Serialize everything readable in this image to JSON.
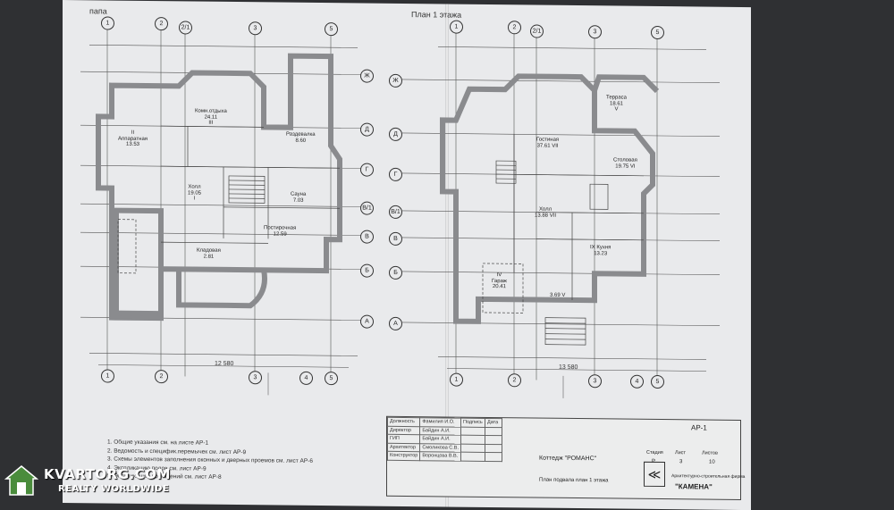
{
  "sheet": {
    "left_header": "папа",
    "right_header": "План 1 этажа"
  },
  "left_plan": {
    "top_axes": [
      "1",
      "2",
      "2/1",
      "3",
      "5"
    ],
    "side_axes": [
      "Ж",
      "Д",
      "Г",
      "В/1",
      "В",
      "Б",
      "А"
    ],
    "bottom_axes": [
      "1",
      "2",
      "3",
      "4",
      "5"
    ],
    "rooms": [
      {
        "name": "Аппаратная",
        "num": "II",
        "area": "13.53"
      },
      {
        "name": "Комн.отдыха",
        "num": "III",
        "area": "24.11"
      },
      {
        "name": "Раздевалка",
        "num": "",
        "area": "8.60"
      },
      {
        "name": "Холл",
        "num": "I",
        "area": "19.05"
      },
      {
        "name": "Сауна",
        "num": "",
        "area": "7.03"
      },
      {
        "name": "Постирочная",
        "num": "",
        "area": "12.59"
      },
      {
        "name": "Кладовая",
        "num": "",
        "area": "2.81"
      }
    ],
    "dimension_total": "12 580"
  },
  "right_plan": {
    "top_axes": [
      "1",
      "2",
      "2/1",
      "3",
      "5"
    ],
    "side_axes": [
      "Ж",
      "Д",
      "Г",
      "В/1",
      "В",
      "Б",
      "А"
    ],
    "bottom_axes": [
      "1",
      "2",
      "3",
      "4",
      "5"
    ],
    "rooms": [
      {
        "name": "Гостиная",
        "num": "VII",
        "area": "37.61"
      },
      {
        "name": "Терраса",
        "num": "V",
        "area": "18.61"
      },
      {
        "name": "Столовая",
        "num": "VI",
        "area": "19.75"
      },
      {
        "name": "Холл",
        "num": "VII",
        "area": "13.88"
      },
      {
        "name": "Кухня",
        "num": "IX",
        "area": "13.23"
      },
      {
        "name": "Гараж",
        "num": "IV",
        "area": "20.41"
      },
      {
        "name": "",
        "num": "V",
        "area": "3.69"
      }
    ],
    "dimension_total": "13 580"
  },
  "notes": [
    "1.  Общие указания см. на листе АР-1",
    "2.  Ведомость и специфик.перемычек см. лист АР-9",
    "3.  Схемы элементов заполнения оконных и дверных проемов см. лист АР-6",
    "4.  Экспликацию полов см. лист АР-9",
    "5.  Экспликацию помещений см. лист АР-8"
  ],
  "stamp": {
    "headers": [
      "Должность",
      "Фамилия И.О.",
      "Подпись",
      "Дата"
    ],
    "rows": [
      [
        "Директор",
        "Байдин А.И."
      ],
      [
        "ГИП",
        "Байдин А.И."
      ],
      [
        "Архитектор",
        "Смоликова С.В."
      ],
      [
        "Конструктор",
        "Воронцова В.В."
      ]
    ],
    "sheet_code": "АР-1",
    "project": "Коттедж \"РОМАНС\"",
    "drawing": "План подвала план 1 этажа",
    "stage_label": "Стадия",
    "sheet_label": "Лист",
    "sheets_label": "Листов",
    "stage": "Р",
    "sheet": "3",
    "sheets": "10",
    "company_line": "Архитектурно-строительная фирма",
    "company": "\"КАМЕНА\""
  },
  "watermark": {
    "title": "KVARTORG.COM",
    "subtitle": "REALTY WORLDWIDE"
  }
}
